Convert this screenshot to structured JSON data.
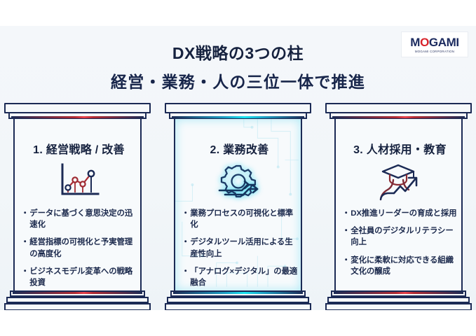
{
  "slide": {
    "title": "DX戦略の3つの柱",
    "subtitle": "経営・業務・人の三位一体で推進",
    "background_color": "#f2f6f9"
  },
  "logo": {
    "name": "MOGAMI",
    "part_1": "M",
    "part_red": "O",
    "part_2": "GAMI",
    "tagline": "MOGAMI CORPORATION",
    "navy": "#1b2a5e",
    "red": "#d8232a"
  },
  "bullet_marker": "・",
  "pillars": [
    {
      "title": "1. 経営戦略 / 改善",
      "icon": "line-chart-icon",
      "accent_color": "#e8414b",
      "bullets": [
        "データに基づく意思決定の迅速化",
        "経営指標の可視化と予実管理の高度化",
        "ビジネスモデル変革への戦略投資"
      ]
    },
    {
      "title": "2. 業務改善",
      "icon": "gear-arrows-icon",
      "accent_color": "#19e3f0",
      "bullets": [
        "業務プロセスの可視化と標準化",
        "デジタルツール活用による生産性向上",
        "「アナログ×デジタル」の最適融合"
      ]
    },
    {
      "title": "3. 人材採用・教育",
      "icon": "graduate-growth-icon",
      "accent_color": "#e8414b",
      "bullets": [
        "DX推進リーダーの育成と採用",
        "全社員のデジタルリテラシー向上",
        "変化に柔軟に対応できる組織文化の醸成"
      ]
    }
  ]
}
